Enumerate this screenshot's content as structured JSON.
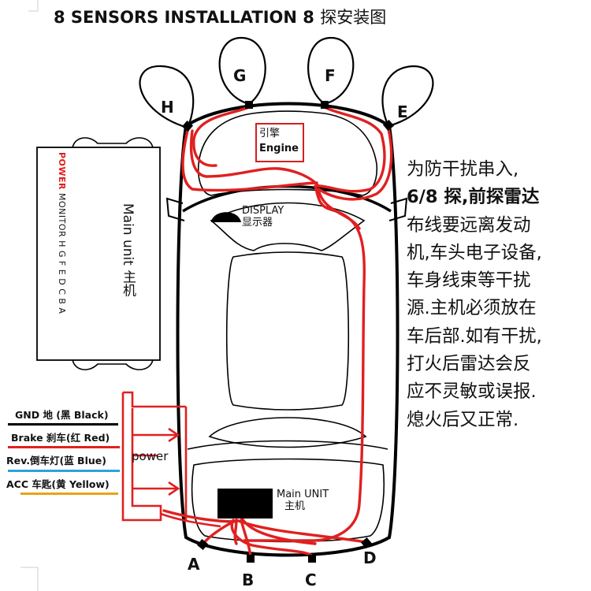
{
  "title": {
    "main": "8 SENSORS INSTALLATION 8",
    "cn": "探安装图"
  },
  "sensors": {
    "A": "A",
    "B": "B",
    "C": "C",
    "D": "D",
    "E": "E",
    "F": "F",
    "G": "G",
    "H": "H"
  },
  "engine": {
    "cn": "引擎",
    "en": "Engine"
  },
  "display": {
    "en": "DISPLAY",
    "cn": "显示器"
  },
  "main_unit_car": {
    "en": "Main UNIT",
    "cn": "主机"
  },
  "unit_panel": {
    "power": "POWER",
    "ports": "MONITOR H G F E D C B A",
    "label_en": "Main unit",
    "label_cn": "主机"
  },
  "power_label": "power",
  "wires": [
    {
      "label": "GND 地 (黑 Black)",
      "color": "#000000"
    },
    {
      "label": "Brake 刹车(红 Red)",
      "color": "#e02020"
    },
    {
      "label": "Rev.倒车灯(蓝 Blue)",
      "color": "#29a3e0"
    },
    {
      "label": "ACC 车匙(黄 Yellow)",
      "color": "#e8a317"
    }
  ],
  "note": {
    "lines": [
      "为防干扰串入,",
      "6/8 探,前探雷达",
      "布线要远离发动",
      "机,车头电子设备,",
      "车身线束等干扰",
      "源.主机必须放在",
      "车后部.如有干扰,",
      "打火后雷达会反",
      "应不灵敏或误报.",
      "熄火后又正常."
    ]
  }
}
